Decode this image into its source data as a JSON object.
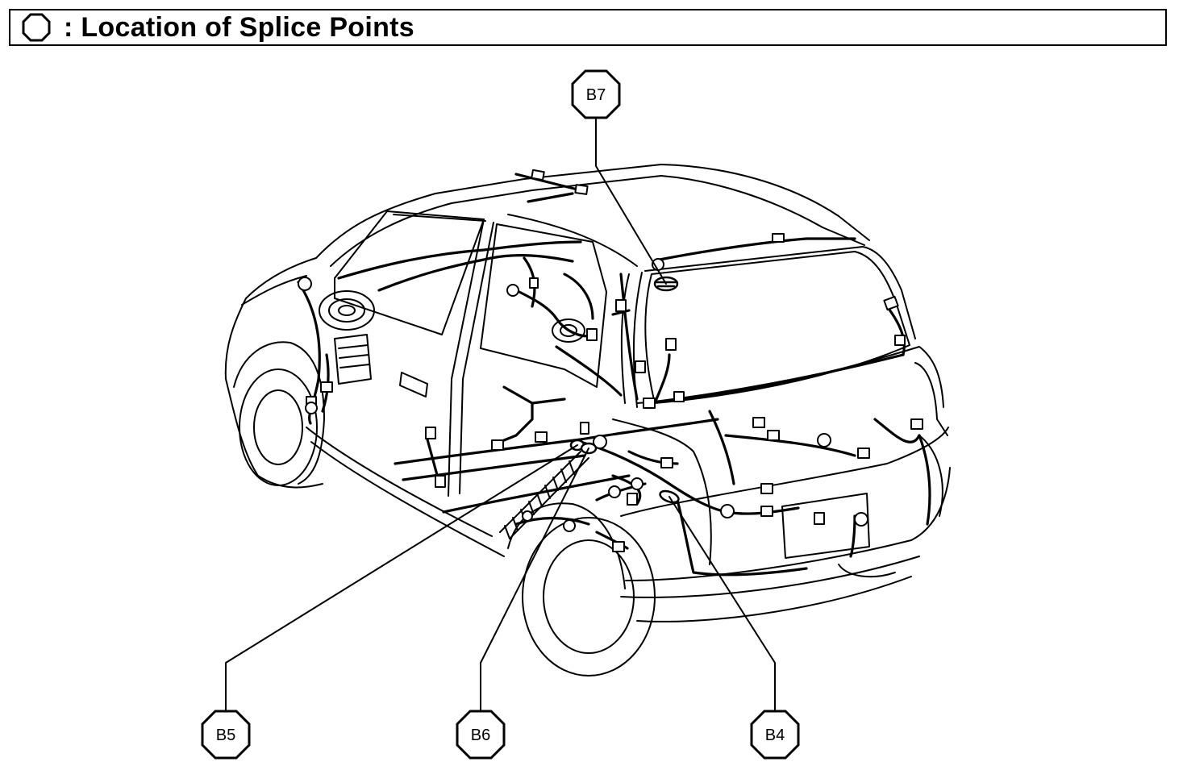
{
  "header": {
    "title": ": Location of Splice Points",
    "legend_symbol": "octagon-icon"
  },
  "callouts": {
    "b7": {
      "label": "B7"
    },
    "b5": {
      "label": "B5"
    },
    "b6": {
      "label": "B6"
    },
    "b4": {
      "label": "B4"
    }
  },
  "figure": {
    "subject": "vehicle-rear-three-quarter-wiring-diagram",
    "line_color": "#000000",
    "background_color": "#ffffff"
  }
}
